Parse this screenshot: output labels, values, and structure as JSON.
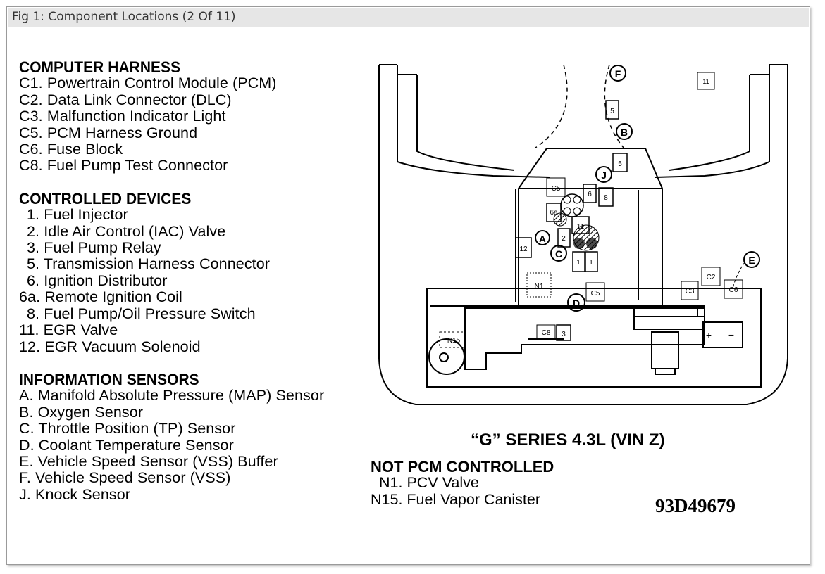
{
  "window": {
    "title": "Fig 1: Component Locations (2 Of 11)"
  },
  "legend": {
    "computer_harness": {
      "heading": "COMPUTER HARNESS",
      "items": [
        {
          "code": "C1.",
          "text": "Powertrain Control Module (PCM)"
        },
        {
          "code": "C2.",
          "text": "Data Link Connector (DLC)"
        },
        {
          "code": "C3.",
          "text": "Malfunction Indicator Light"
        },
        {
          "code": "C5.",
          "text": "PCM Harness Ground"
        },
        {
          "code": "C6.",
          "text": "Fuse Block"
        },
        {
          "code": "C8.",
          "text": "Fuel Pump Test Connector"
        }
      ]
    },
    "controlled_devices": {
      "heading": "CONTROLLED DEVICES",
      "items": [
        {
          "code": "1.",
          "text": "Fuel Injector"
        },
        {
          "code": "2.",
          "text": "Idle Air Control (IAC) Valve"
        },
        {
          "code": "3.",
          "text": "Fuel Pump Relay"
        },
        {
          "code": "5.",
          "text": "Transmission Harness Connector"
        },
        {
          "code": "6.",
          "text": "Ignition Distributor"
        },
        {
          "code": "6a.",
          "text": "Remote Ignition Coil"
        },
        {
          "code": "8.",
          "text": "Fuel Pump/Oil Pressure Switch"
        },
        {
          "code": "11.",
          "text": "EGR Valve"
        },
        {
          "code": "12.",
          "text": "EGR Vacuum Solenoid"
        }
      ]
    },
    "information_sensors": {
      "heading": "INFORMATION SENSORS",
      "items": [
        {
          "code": "A.",
          "text": "Manifold Absolute Pressure (MAP) Sensor"
        },
        {
          "code": "B.",
          "text": "Oxygen Sensor"
        },
        {
          "code": "C.",
          "text": "Throttle Position (TP) Sensor"
        },
        {
          "code": "D.",
          "text": "Coolant Temperature Sensor"
        },
        {
          "code": "E.",
          "text": "Vehicle Speed Sensor (VSS) Buffer"
        },
        {
          "code": "F.",
          "text": "Vehicle Speed Sensor (VSS)"
        },
        {
          "code": "J.",
          "text": "Knock Sensor"
        }
      ]
    }
  },
  "not_pcm": {
    "heading": "NOT PCM CONTROLLED",
    "items": [
      {
        "code": "N1.",
        "text": "PCV Valve"
      },
      {
        "code": "N15.",
        "text": "Fuel Vapor Canister"
      }
    ]
  },
  "diagram": {
    "series_title": "“G” SERIES 4.3L (VIN Z)",
    "figure_number": "93D49679",
    "labels": {
      "F": "F",
      "B": "B",
      "J": "J",
      "A": "A",
      "C": "C",
      "D": "D",
      "E": "E",
      "box11_top": "11",
      "box5_top": "5",
      "box5_mid": "5",
      "C5_a": "C5",
      "C5_b": "C5",
      "box6": "6",
      "box8": "8",
      "box6a": "6a",
      "box11": "11",
      "box2": "2",
      "box12": "12",
      "box1a": "1",
      "box1b": "1",
      "N1": "N1",
      "C2": "C2",
      "C3": "C3",
      "C6": "C6",
      "C8": "C8",
      "box3": "3",
      "N15": "N15",
      "plus": "+",
      "minus": "−"
    }
  }
}
